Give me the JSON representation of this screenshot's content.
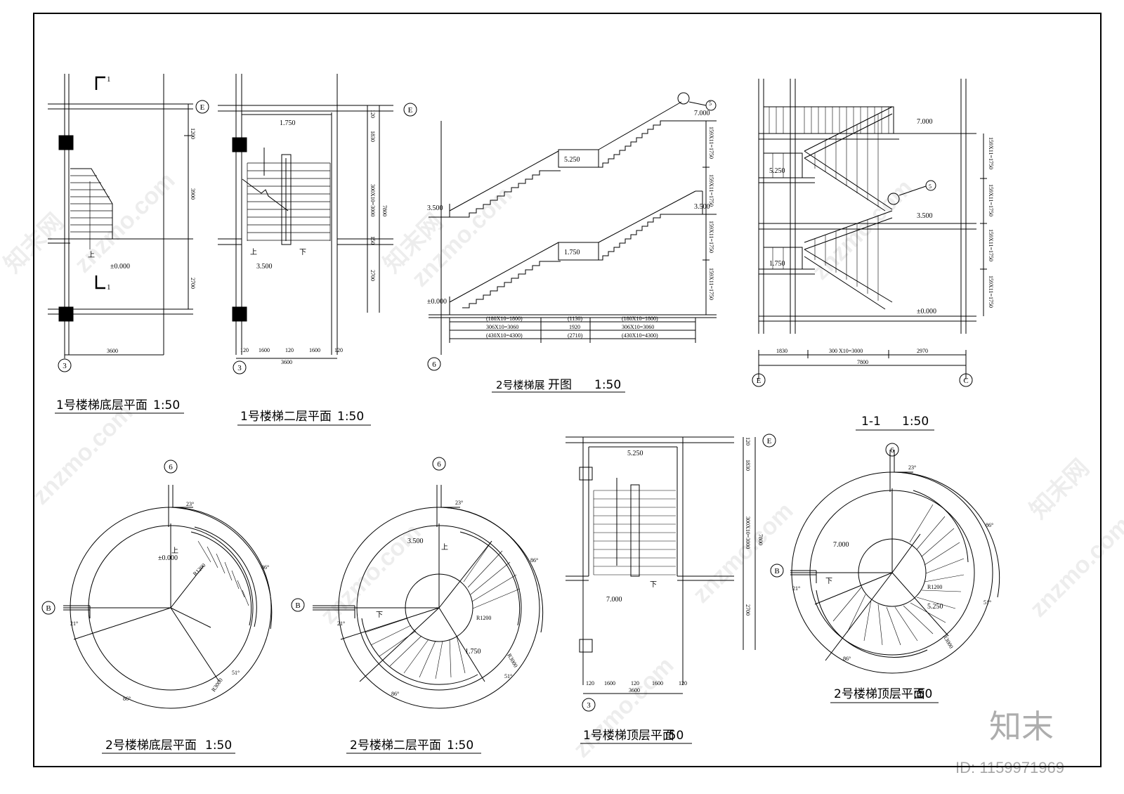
{
  "titles": {
    "t1": "1号楼梯底层平面",
    "t1_scale": "1:50",
    "t2": "1号楼梯二层平面",
    "t2_scale": "1:50",
    "t3a": "2号楼梯展",
    "t3b": "开图",
    "t3_scale": "1:50",
    "t4": "1-1",
    "t4_scale": "1:50",
    "t5": "2号楼梯底层平面",
    "t5_scale": "1:50",
    "t6": "2号楼梯二层平面",
    "t6_scale": "1:50",
    "t7": "1号楼梯顶层平面",
    "t7_scale": ":50",
    "t8": "2号楼梯顶层平面",
    "t8_scale": ":50"
  },
  "axes": {
    "e": "E",
    "three": "3",
    "six": "6",
    "c": "C",
    "b": "B",
    "one": "1",
    "detail": "5"
  },
  "levels": {
    "l0": "±0.000",
    "l1": "1.750",
    "l2": "3.500",
    "l3": "5.250",
    "l4": "7.000"
  },
  "labels": {
    "up": "上",
    "down": "下"
  },
  "dims": {
    "d3600": "3600",
    "d1200": "1200",
    "d3900": "3900",
    "d2700": "2700",
    "d120": "120",
    "d1600": "1600",
    "d1830": "1830",
    "d300x10": "300X10=3000",
    "d7800": "7800",
    "d150": "150",
    "riser": "159X11=1750",
    "r1": "(180X10=1800)",
    "r2": "306X10=3060",
    "r3": "(430X10=4300)",
    "m1": "(1130)",
    "m2": "1920",
    "m3": "(2710)",
    "sec_1830": "1830",
    "sec_300": "300 X10=3000",
    "sec_2970": "2970",
    "ang23": "23°",
    "ang86": "86°",
    "ang21": "21°",
    "ang51": "51°",
    "r1200": "R1200",
    "r3000": "R3000"
  },
  "watermark": {
    "text": "znzmo.com",
    "brand": "知末网"
  },
  "logo": "知末",
  "id_text": "ID: 1159971969"
}
